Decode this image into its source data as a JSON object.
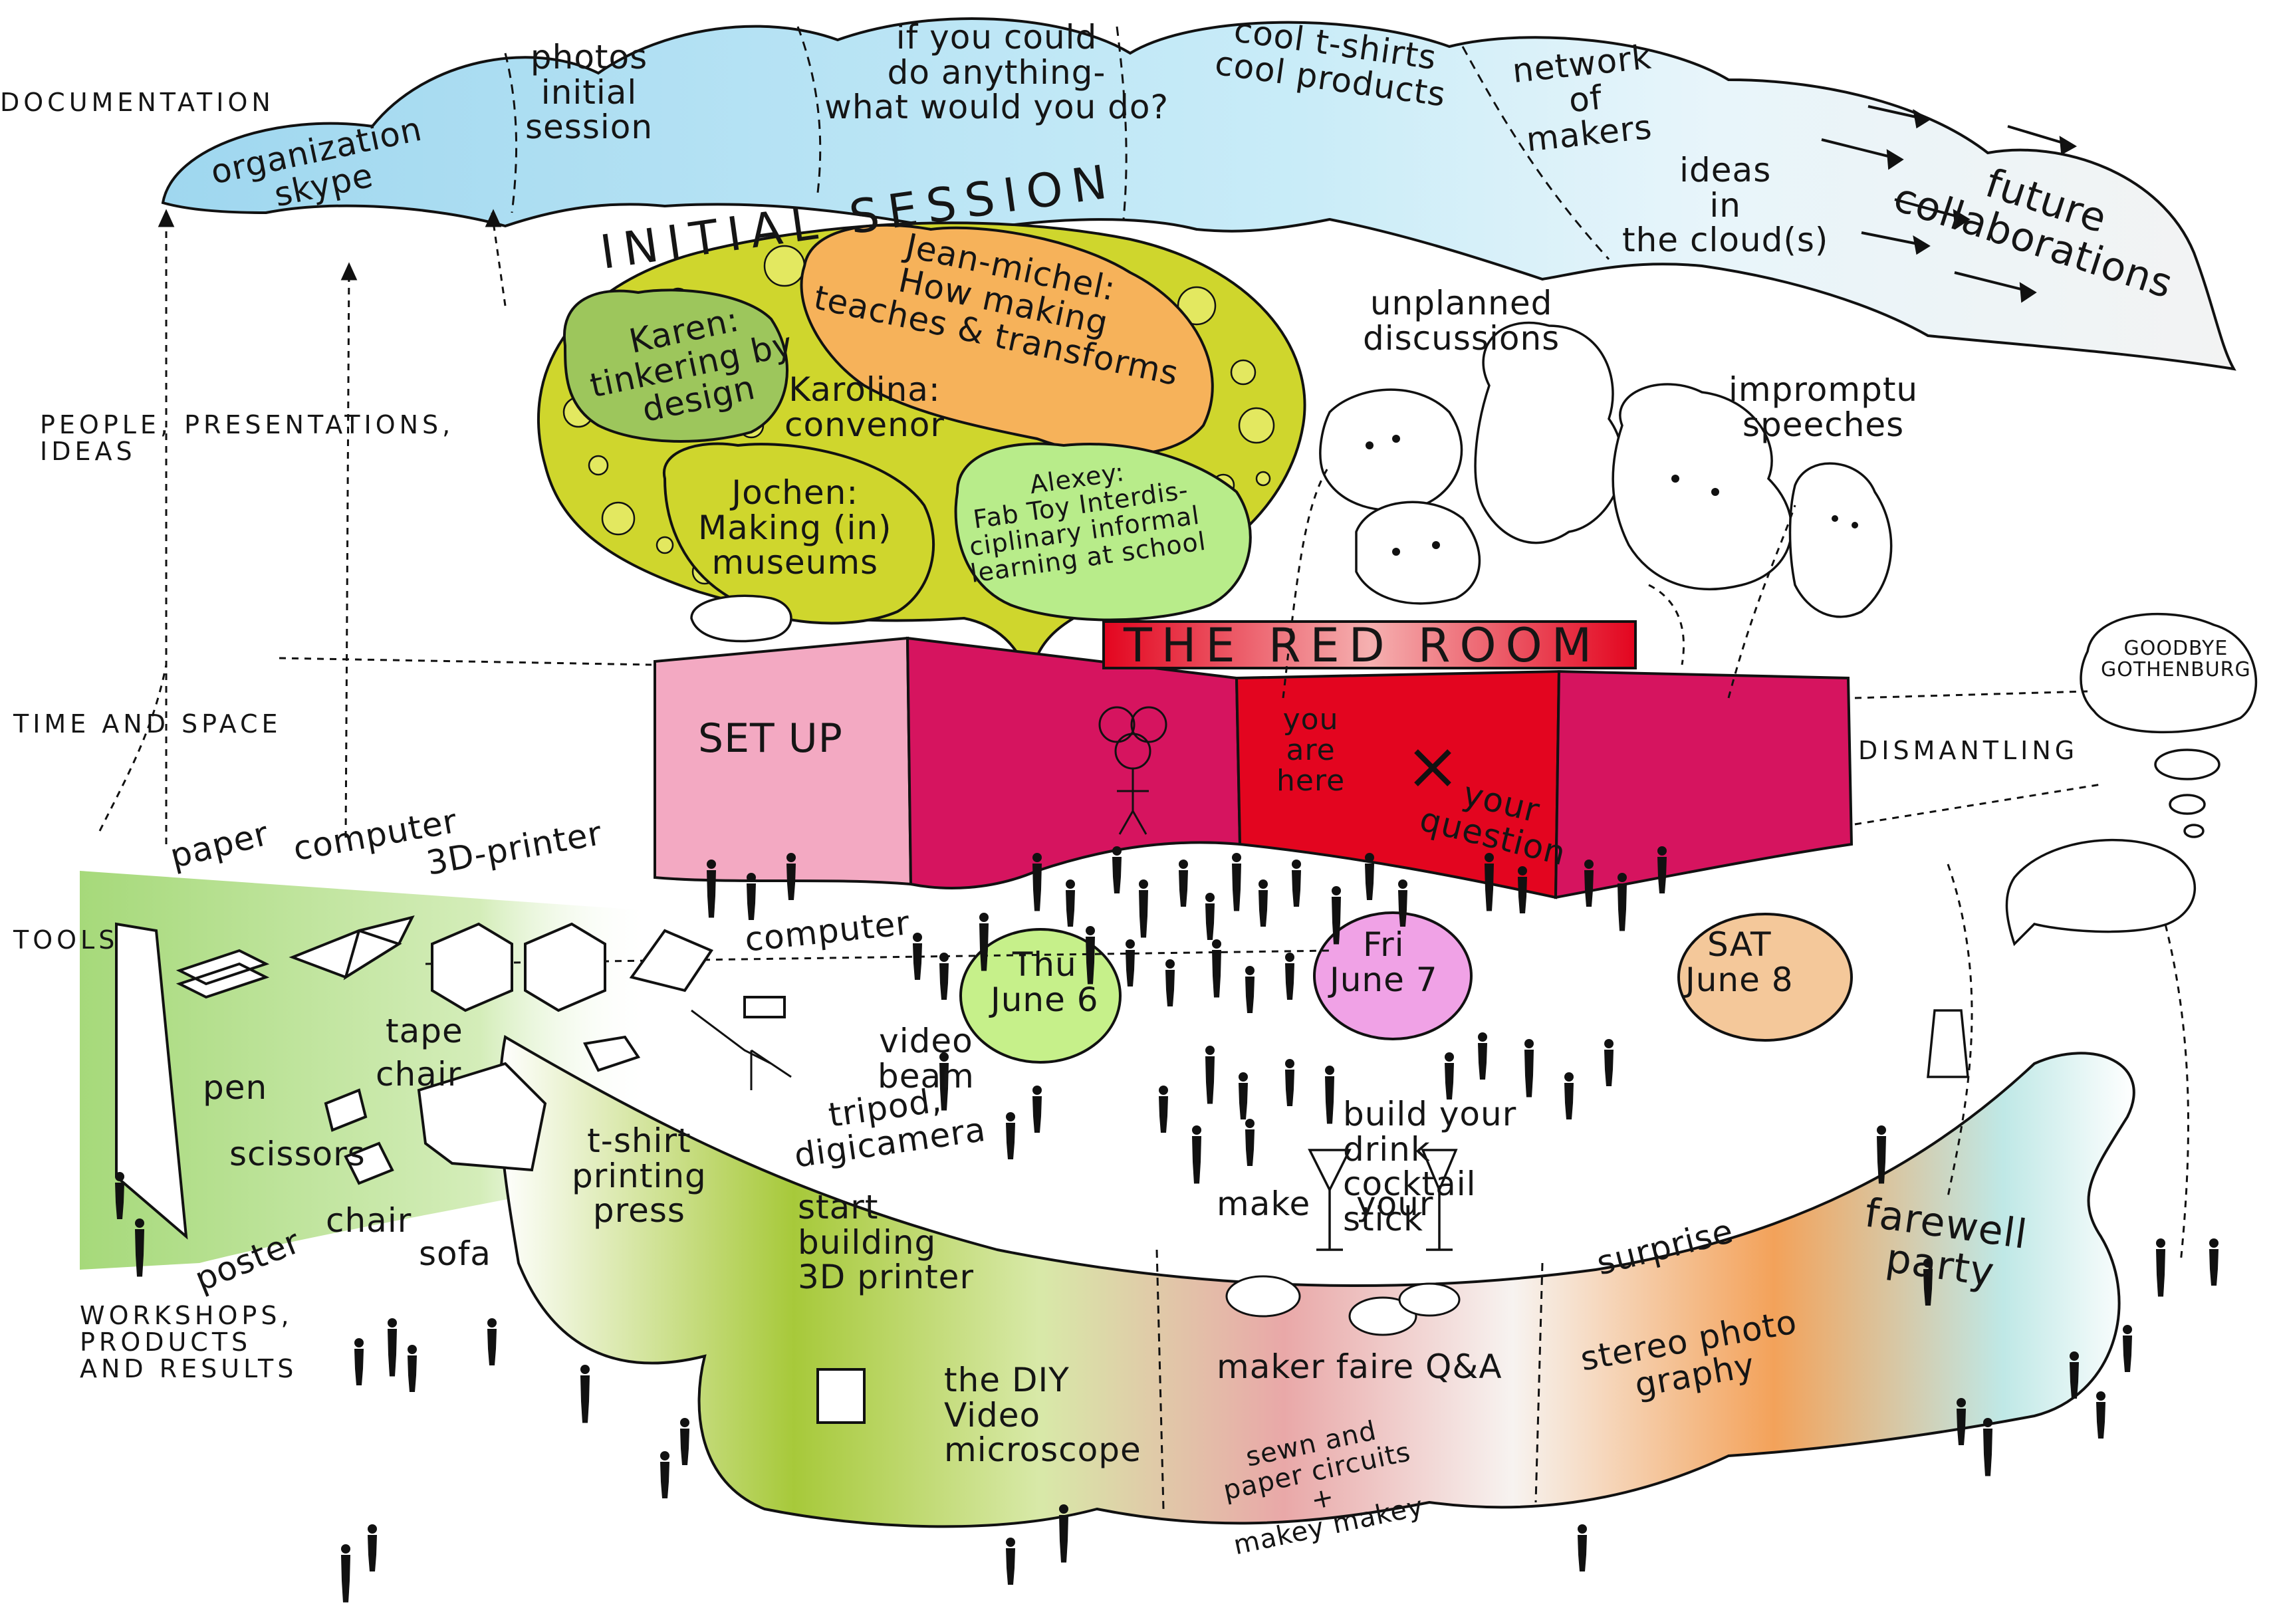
{
  "colors": {
    "cloud_blue": "#bfe6f5",
    "setup_pink": "#f3a9c2",
    "magenta": "#d6145f",
    "red_room": "#e3051f",
    "blob_yellow": "#cfd62d",
    "tools_green": "#b8df8a",
    "orange": "#f3a25a",
    "surprise_peach": "#f4c89a",
    "teal": "#bfe8e6"
  },
  "left_column": {
    "documentation": "DOCUMENTATION",
    "people": "PEOPLE, PRESENTATIONS,\nIDEAS",
    "time_space": "TIME AND SPACE",
    "tools": "TOOLS",
    "workshops": "WORKSHOPS,\nPRODUCTS\nAND RESULTS"
  },
  "documentation_cloud": {
    "organization": "organization\nskype",
    "photos": "photos\ninitial\nsession",
    "if_you_could": "if you could\ndo anything-\nwhat would you do?",
    "tshirts": "cool t-shirts\ncool products",
    "network": "network\nof\nmakers",
    "ideas_cloud": "ideas\nin\nthe cloud(s)",
    "future": "future\ncollaborations"
  },
  "initial_session": {
    "title": "INITIAL SESSION",
    "jean_michel": "Jean-michel:\nHow making\nteaches & transforms",
    "karen": "Karen:\ntinkering by\ndesign",
    "karolina": "Karolina:\nconvenor",
    "jochen": "Jochen:\nMaking (in)\nmuseums",
    "alexey": "Alexey:\nFab Toy Interdis-\nciplinary informal\nlearning at school"
  },
  "discussions": {
    "unplanned": "unplanned\ndiscussions",
    "impromptu": "impromptu\nspeeches",
    "goodbye": "GOODBYE\nGOTHENBURG"
  },
  "red_room": {
    "title": "THE RED ROOM",
    "setup": "SET UP",
    "you_are_here": "you\nare\nhere",
    "your_question": "your\nquestion",
    "dismantling": "DISMANTLING"
  },
  "days": {
    "thu": "Thu\nJune 6",
    "fri": "Fri\nJune 7",
    "sat": "SAT\nJune 8"
  },
  "tools_items": {
    "paper": "paper",
    "computer1": "computer",
    "printer3d": "3D-printer",
    "computer2": "computer",
    "pen": "pen",
    "tape": "tape",
    "scissors": "scissors",
    "chair1": "chair",
    "chair2": "chair",
    "poster": "poster",
    "sofa": "sofa",
    "video_beam": "video\nbeam",
    "tripod": "tripod,\ndigicamera",
    "tshirt_press": "t-shirt\nprinting\npress"
  },
  "drinks": {
    "make": "make",
    "your": "your",
    "build": "build your\ndrink\ncocktail\nstick"
  },
  "results": {
    "start_building": "start\nbuilding\n3D printer",
    "diy_microscope": "the DIY\nVideo\nmicroscope",
    "maker_faire": "maker faire Q&A",
    "circuits": "sewn and\npaper circuits\n+\nmakey makey",
    "surprise": "surprise",
    "stereo": "stereo photo\ngraphy",
    "farewell": "farewell\nparty"
  }
}
